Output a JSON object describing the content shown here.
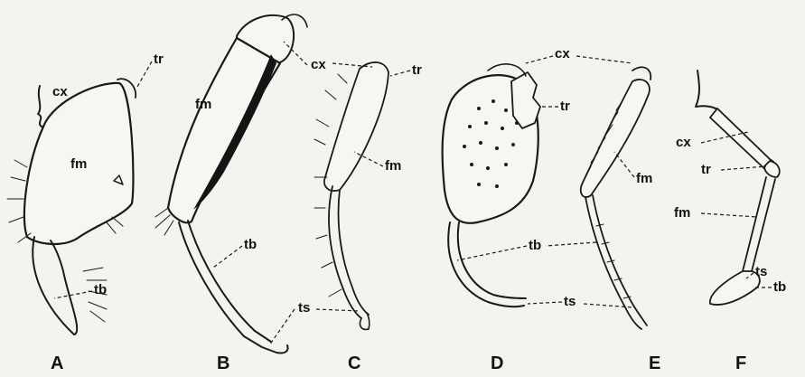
{
  "panels": [
    {
      "caption": "A",
      "labels": {
        "cx": "cx",
        "fm": "fm",
        "tr": "tr",
        "tb": "tb"
      }
    },
    {
      "caption": "B",
      "labels": {
        "fm": "fm",
        "tb": "tb"
      }
    },
    {
      "caption": "C",
      "labels": {
        "cx": "cx",
        "tr": "tr",
        "fm": "fm",
        "ts": "ts"
      }
    },
    {
      "caption": "D",
      "labels": {
        "cx": "cx",
        "tr": "tr",
        "tb": "tb",
        "ts": "ts"
      }
    },
    {
      "caption": "E",
      "labels": {
        "fm": "fm"
      }
    },
    {
      "caption": "F",
      "labels": {
        "cx": "cx",
        "tr": "tr",
        "fm": "fm",
        "ts": "ts",
        "tb": "tb"
      }
    }
  ]
}
